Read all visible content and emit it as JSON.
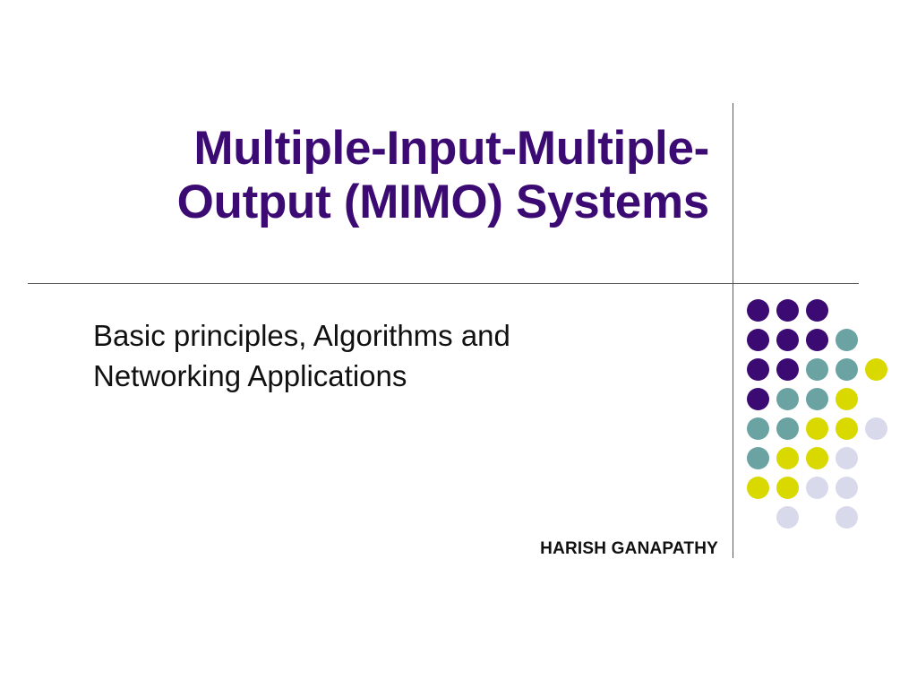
{
  "slide": {
    "background_color": "#FFFFFF",
    "title": {
      "line1": "Multiple-Input-Multiple-",
      "line2": "Output (MIMO) Systems",
      "color": "#3C0A73"
    },
    "subtitle": {
      "line1": "Basic principles, Algorithms and",
      "line2": "Networking Applications",
      "color": "#111111"
    },
    "author": {
      "name": "HARISH GANAPATHY",
      "color": "#111111"
    },
    "dividers": {
      "horizontal_color": "#595959",
      "vertical_color": "#595959"
    }
  },
  "decoration": {
    "palette": {
      "purple": "#3C0A73",
      "teal": "#6BA3A3",
      "yellow": "#D9D900",
      "lavender": "#D9D9EC"
    },
    "cell_size": 33,
    "dot_size": 25,
    "rows": [
      [
        "purple",
        "purple",
        "purple",
        null,
        null
      ],
      [
        "purple",
        "purple",
        "purple",
        "teal",
        null
      ],
      [
        "purple",
        "purple",
        "teal",
        "teal",
        "yellow"
      ],
      [
        "purple",
        "teal",
        "teal",
        "yellow",
        null
      ],
      [
        "teal",
        "teal",
        "yellow",
        "yellow",
        "lavender"
      ],
      [
        "teal",
        "yellow",
        "yellow",
        "lavender",
        null
      ],
      [
        "yellow",
        "yellow",
        "lavender",
        "lavender",
        null
      ],
      [
        null,
        "lavender",
        null,
        "lavender",
        null
      ]
    ]
  }
}
